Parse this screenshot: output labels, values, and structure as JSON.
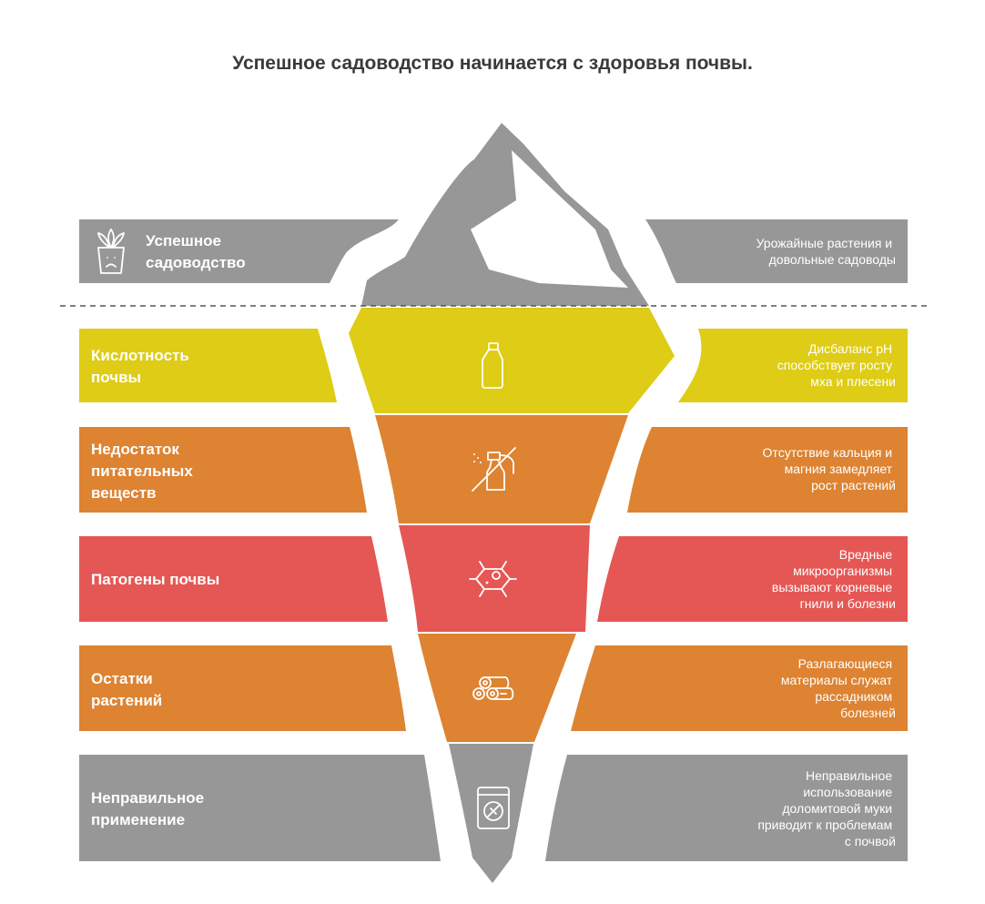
{
  "title": "Успешное садоводство начинается с здоровья почвы.",
  "colors": {
    "gray": "#979797",
    "yellow": "#DECC16",
    "orange": "#DD8332",
    "red": "#E55754",
    "title": "#3a3a3a"
  },
  "top": {
    "label": [
      "Успешное",
      "садоводство"
    ],
    "description": [
      "Урожайные растения и",
      "довольные садоводы"
    ],
    "icon": "sad-plant-pot-icon"
  },
  "layers": [
    {
      "label": [
        "Кислотность",
        "почвы"
      ],
      "description": [
        "Дисбаланс pH",
        "способствует росту",
        "мха и плесени"
      ],
      "icon": "bottle-icon",
      "color": "#DECC16"
    },
    {
      "label": [
        "Недостаток",
        "питательных",
        "веществ"
      ],
      "description": [
        "Отсутствие кальция и",
        "магния замедляет",
        "рост растений"
      ],
      "icon": "no-spray-icon",
      "color": "#DD8332"
    },
    {
      "label": [
        "Патогены почвы"
      ],
      "description": [
        "Вредные",
        "микроорганизмы",
        "вызывают корневые",
        "гнили и болезни"
      ],
      "icon": "bacteria-icon",
      "color": "#E55754"
    },
    {
      "label": [
        "Остатки",
        "растений"
      ],
      "description": [
        "Разлагающиеся",
        "материалы служат",
        "рассадником",
        "болезней"
      ],
      "icon": "logs-icon",
      "color": "#DD8332"
    },
    {
      "label": [
        "Неправильное",
        "применение"
      ],
      "description": [
        "Неправильное",
        "использование",
        "доломитовой муки",
        "приводит к проблемам",
        "с почвой"
      ],
      "icon": "fertilizer-bag-icon",
      "color": "#979797"
    }
  ]
}
